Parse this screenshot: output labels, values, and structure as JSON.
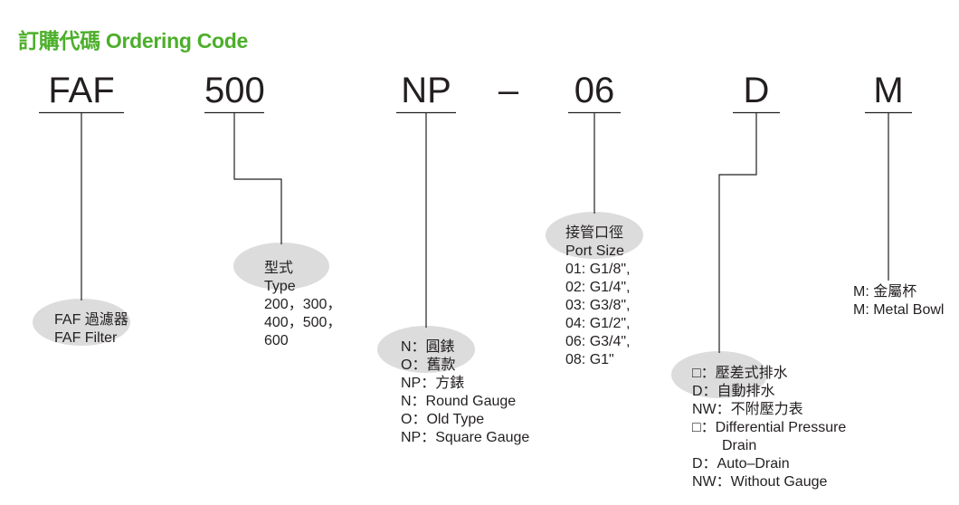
{
  "header": {
    "title": "訂購代碼 Ordering Code"
  },
  "codes": {
    "series": "FAF",
    "size": "500",
    "gauge": "NP",
    "dash": "–",
    "port": "06",
    "drain": "D",
    "bowl": "M"
  },
  "series_block": {
    "lines": [
      "FAF 過濾器",
      "FAF Filter"
    ]
  },
  "type_block": {
    "lines": [
      "型式",
      "Type",
      "200，300，",
      "400，500，",
      "600"
    ]
  },
  "gauge_block": {
    "lines": [
      "N：圓錶",
      "O：舊款",
      "NP：方錶",
      "N：Round Gauge",
      "O：Old Type",
      "NP：Square Gauge"
    ]
  },
  "port_block": {
    "lines": [
      "接管口徑",
      "Port Size",
      "01: G1/8\",",
      "02: G1/4\",",
      "03: G3/8\",",
      "04: G1/2\",",
      "06: G3/4\",",
      "08: G1\""
    ]
  },
  "drain_block": {
    "lines": [
      "□：壓差式排水",
      "D：自動排水",
      "NW：不附壓力表",
      "□：Differential Pressure",
      "Drain",
      "D：Auto–Drain",
      "NW：Without Gauge"
    ]
  },
  "bowl_block": {
    "lines": [
      "M: 金屬杯",
      "M: Metal Bowl"
    ]
  },
  "colors": {
    "title": "#4caf2a",
    "ellipse": "#dcdcdc",
    "text": "#231f20"
  }
}
